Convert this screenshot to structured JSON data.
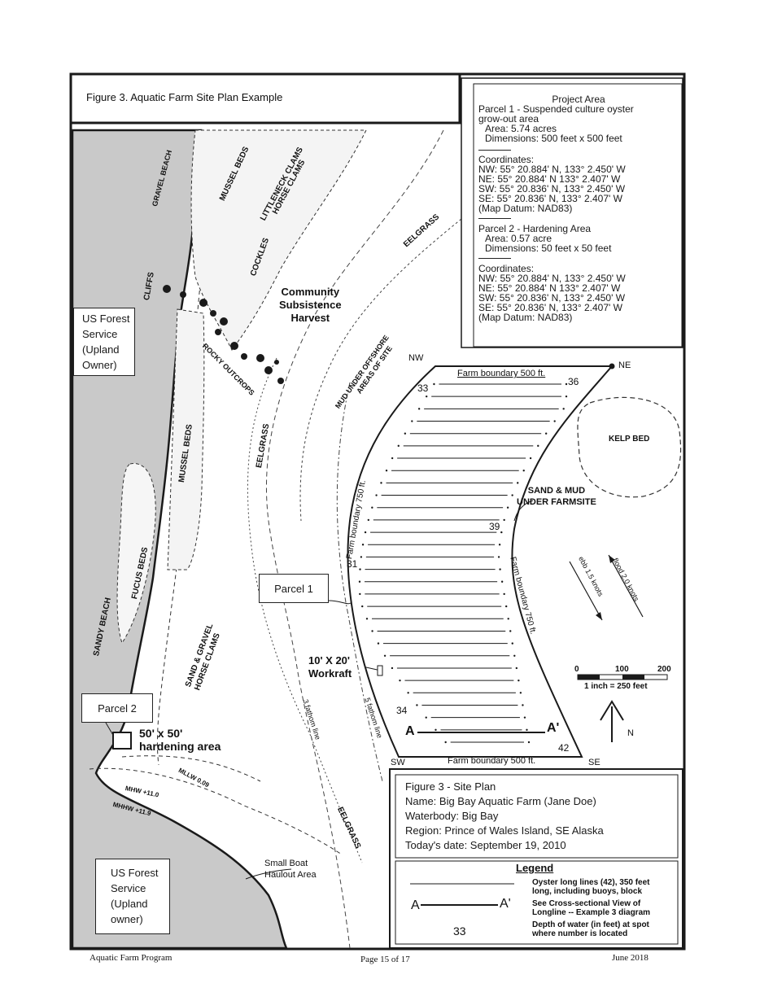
{
  "figure_title": "Figure 3. Aquatic Farm Site Plan Example",
  "project_area": {
    "heading": "Project Area",
    "parcel1_line1": "Parcel 1 -  Suspended culture oyster",
    "parcel1_line2": "grow-out area",
    "parcel1_area": "Area: 5.74 acres",
    "parcel1_dims": "Dimensions: 500 feet x 500 feet",
    "coords_heading": "Coordinates:",
    "p1_nw": "NW: 55° 20.884' N, 133° 2.450' W",
    "p1_ne": "NE: 55° 20.884' N 133° 2.407' W",
    "p1_sw": "SW: 55° 20.836' N, 133° 2.450' W",
    "p1_se": "SE: 55° 20.836' N, 133° 2.407' W",
    "p1_datum": "(Map Datum:  NAD83)",
    "parcel2_line1": "Parcel 2 - Hardening Area",
    "parcel2_area": "Area: 0.57 acre",
    "parcel2_dims": "Dimensions: 50 feet x 50 feet",
    "p2_coords_heading": "Coordinates:",
    "p2_nw": "NW: 55° 20.884' N, 133° 2.450' W",
    "p2_ne": "NE: 55° 20.884' N 133° 2.407' W",
    "p2_sw": "SW: 55° 20.836' N, 133° 2.450' W",
    "p2_se": "SE: 55° 20.836' N, 133° 2.407' W",
    "p2_datum": "(Map Datum:  NAD83)"
  },
  "map_labels": {
    "gravel_beach": "GRAVEL BEACH",
    "cliffs": "CLIFFS",
    "mussel_beds_top": "MUSSEL BEDS",
    "littleneck": "LITTLENECK CLAMS",
    "horse_clams": "HORSE CLAMS",
    "cockles": "COCKLES",
    "community1": "Community",
    "community2": "Subsistence",
    "community3": "Harvest",
    "rocky_outcrops": "ROCKY OUTCROPS",
    "eelgrass_top": "EELGRASS",
    "mud_under1": "MUD UNDER OFFSHORE",
    "mud_under2": "AREAS OF SITE",
    "eelgrass_mid": "EELGRASS",
    "mussel_beds_mid": "MUSSEL BEDS",
    "fucus_beds": "FUCUS BEDS",
    "sandy_beach": "SANDY BEACH",
    "sand_gravel1": "SAND & GRAVEL",
    "sand_gravel2": "HORSE CLAMS",
    "three_fathom": "3 fathom line",
    "five_fathom": "5 fathom line",
    "eelgrass_bottom": "EELGRASS",
    "mllw": "MLLW 0.09",
    "mhw": "MHW +11.0",
    "mhhw": "MHHW +11.9",
    "small_boat1": "Small Boat",
    "small_boat2": "Haulout Area",
    "kelp_bed": "KELP BED",
    "sand_mud1": "SAND & MUD",
    "sand_mud2": "UNDER FARMSITE",
    "ebb": "ebb 1.5 knots",
    "flood": "flood 2.0 knots",
    "workraft1": "10' X 20'",
    "workraft2": "Workraft",
    "hardening1": "50' x 50'",
    "hardening2": "hardening area"
  },
  "farm": {
    "nw": "NW",
    "ne": "NE",
    "sw": "SW",
    "se": "SE",
    "top": "Farm boundary 500 ft.",
    "bottom": "Farm boundary 500 ft.",
    "left": "Farm boundary 750 ft.",
    "right": "Farm boundary 750 ft.",
    "depth_33": "33",
    "depth_36": "36",
    "depth_39": "39",
    "depth_31": "31",
    "depth_34": "34",
    "depth_42": "42",
    "section_a": "A",
    "section_a2": "A'"
  },
  "scale": {
    "t0": "0",
    "t100": "100",
    "t200": "200",
    "note": "1 inch = 250 feet",
    "north": "N"
  },
  "callouts": {
    "us_forest_top": [
      "US Forest",
      "Service",
      "(Upland",
      "Owner)"
    ],
    "us_forest_bottom": [
      "US Forest",
      "Service",
      "(Upland",
      "owner)"
    ],
    "parcel1": "Parcel 1",
    "parcel2": "Parcel 2"
  },
  "site_plan": {
    "title": "Figure 3 - Site Plan",
    "name": "Name: Big Bay Aquatic Farm (Jane Doe)",
    "waterbody": "Waterbody: Big Bay",
    "region": "Region: Prince of Wales Island, SE Alaska",
    "date": "Today's date: September 19, 2010"
  },
  "legend": {
    "title": "Legend",
    "longline_desc1": "Oyster long lines (42), 350 feet",
    "longline_desc2": "long, including buoys, block",
    "section_a": "A",
    "section_a2": "A'",
    "section_desc1": "See Cross-sectional View of",
    "section_desc2": "Longline -- Example 3 diagram",
    "depth_sample": "33",
    "depth_desc1": "Depth of water (in feet) at spot",
    "depth_desc2": "where number is located"
  },
  "footer": {
    "left": "Aquatic Farm Program",
    "center": "Page 15 of 17",
    "right": "June 2018"
  },
  "colors": {
    "land": "#c9c9c9",
    "ink": "#1a1a1a"
  }
}
